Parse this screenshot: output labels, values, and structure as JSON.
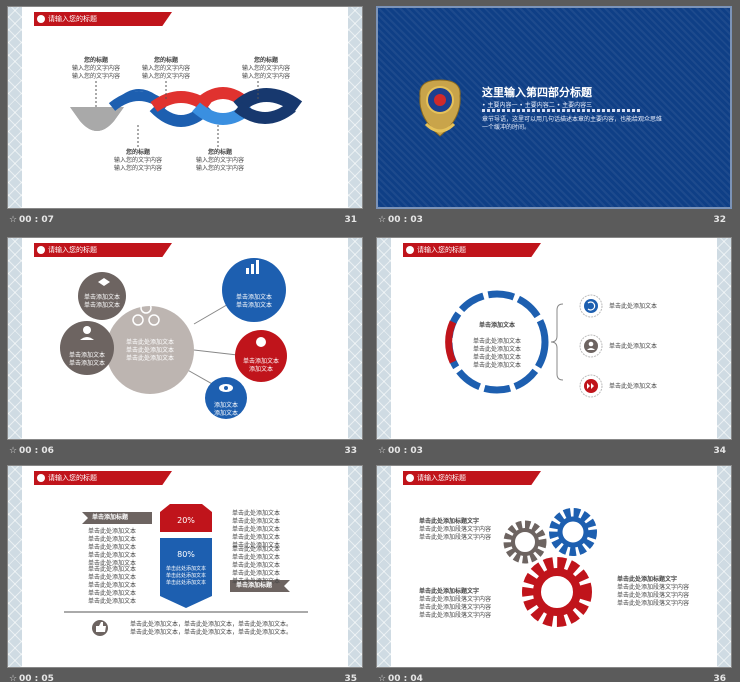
{
  "cells": [
    {
      "time": "00 : 07",
      "num": "31",
      "star": "☆"
    },
    {
      "time": "00 : 03",
      "num": "32",
      "star": "☆"
    },
    {
      "time": "00 : 06",
      "num": "33",
      "star": "☆"
    },
    {
      "time": "00 : 03",
      "num": "34",
      "star": "☆"
    },
    {
      "time": "00 : 05",
      "num": "35",
      "star": "☆"
    },
    {
      "time": "00 : 04",
      "num": "36",
      "star": "☆"
    }
  ],
  "common": {
    "title_tab": "请输入您的标题"
  },
  "s31": {
    "top_labels": [
      {
        "title": "您的标题",
        "l1": "输入您的文字内容",
        "l2": "输入您的文字内容"
      },
      {
        "title": "您的标题",
        "l1": "输入您的文字内容",
        "l2": "输入您的文字内容"
      },
      {
        "title": "您的标题",
        "l1": "输入您的文字内容",
        "l2": "输入您的文字内容"
      }
    ],
    "bottom_labels": [
      {
        "title": "您的标题",
        "l1": "输入您的文字内容",
        "l2": "输入您的文字内容"
      },
      {
        "title": "您的标题",
        "l1": "输入您的文字内容",
        "l2": "输入您的文字内容"
      }
    ]
  },
  "s32": {
    "heading": "这里输入第四部分标题",
    "bullets": "• 主要内容一   • 主要内容二   • 主要内容三",
    "body1": "章节导语，这里可以用几句话描述本章的主要内容，也能给观众思维",
    "body2": "一个缓冲的时间。"
  },
  "s33": {
    "big": [
      "单击此处添加文本",
      "单击此处添加文本",
      "单击此处添加文本"
    ],
    "grey1": [
      "单击添加文本",
      "单击添加文本"
    ],
    "grey2": [
      "单击添加文本",
      "单击添加文本"
    ],
    "blue_big": [
      "单击添加文本",
      "单击添加文本"
    ],
    "red": [
      "单击添加文本",
      "添加文本"
    ],
    "blue_small": [
      "添加文本",
      "添加文本"
    ]
  },
  "s34": {
    "ring_title": "单击添加文本",
    "ring_lines": [
      "单击此处添加文本",
      "单击此处添加文本",
      "单击此处添加文本",
      "单击此处添加文本"
    ],
    "items": [
      "单击此处添加文本",
      "单击此处添加文本",
      "单击此处添加文本"
    ]
  },
  "s35": {
    "left_tag": "单击添加标题",
    "left_lines_a": [
      "单击此处添加文本",
      "单击此处添加文本",
      "单击此处添加文本",
      "单击此处添加文本",
      "单击此处添加文本"
    ],
    "left_lines_b": [
      "单击此处添加文本",
      "单击此处添加文本",
      "单击此处添加文本",
      "单击此处添加文本",
      "单击此处添加文本"
    ],
    "red_pct": "20%",
    "blue_pct": "80%",
    "blue_lines": [
      "单击此处添加文本",
      "单击此处添加文本",
      "单击此处添加文本"
    ],
    "right_lines_a": [
      "单击此处添加文本",
      "单击此处添加文本",
      "单击此处添加文本",
      "单击此处添加文本",
      "单击此处添加文本"
    ],
    "right_lines_b": [
      "单击此处添加文本",
      "单击此处添加文本",
      "单击此处添加文本",
      "单击此处添加文本",
      "单击此处添加文本"
    ],
    "right_tag": "单击添加标题",
    "footer1": "单击此处添加文本，单击此处添加文本，单击此处添加文本。",
    "footer2": "单击此处添加文本，单击此处添加文本，单击此处添加文本。"
  },
  "s36": {
    "tl": {
      "title": "单击此处添加标题文字",
      "l1": "单击此处添加段落文字内容",
      "l2": "单击此处添加段落文字内容"
    },
    "bl": {
      "title": "单击此处添加标题文字",
      "l1": "单击此处添加段落文字内容",
      "l2": "单击此处添加段落文字内容",
      "l3": "单击此处添加段落文字内容"
    },
    "br": {
      "title": "单击此处添加标题文字",
      "l1": "单击此处添加段落文字内容",
      "l2": "单击此处添加段落文字内容",
      "l3": "单击此处添加段落文字内容"
    }
  }
}
